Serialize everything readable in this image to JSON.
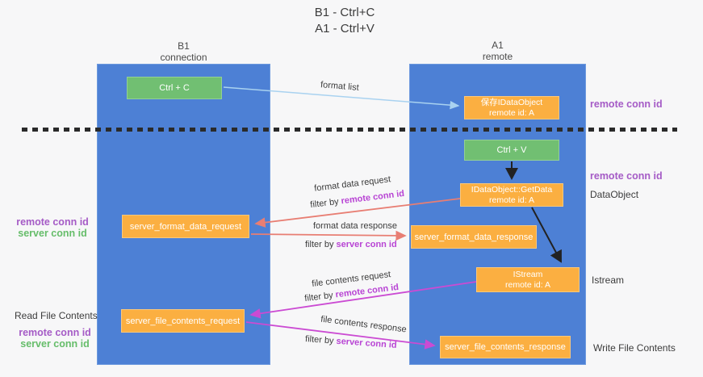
{
  "title": {
    "line1": "B1 - Ctrl+C",
    "line2": "A1 - Ctrl+V"
  },
  "lifelines": {
    "left": {
      "name": "B1",
      "subtitle": "connection"
    },
    "right": {
      "name": "A1",
      "subtitle": "remote"
    }
  },
  "boxes": {
    "ctrl_c": {
      "label": "Ctrl + C"
    },
    "save_dataobject": {
      "line1": "保存IDataObject",
      "line2": "remote id: A"
    },
    "ctrl_v": {
      "label": "Ctrl + V"
    },
    "getdata": {
      "line1": "IDataObject::GetData",
      "line2": "remote id: A"
    },
    "format_request": {
      "label": "server_format_data_request"
    },
    "format_response": {
      "label": "server_format_data_response"
    },
    "istream": {
      "line1": "IStream",
      "line2": "remote id: A"
    },
    "file_request": {
      "label": "server_file_contents_request"
    },
    "file_response": {
      "label": "server_file_contents_response"
    }
  },
  "flow_labels": {
    "format_list": "format list",
    "format_data_request": "format data request",
    "format_data_response": "format data response",
    "file_contents_request": "file contents request",
    "file_contents_response": "file contents response",
    "filter_by": "filter by ",
    "remote_conn_id": "remote conn id",
    "server_conn_id": "server conn id"
  },
  "side_labels": {
    "right_remote_conn_top": "remote conn id",
    "right_remote_conn_mid": "remote conn id",
    "dataobject": "DataObject",
    "istream": "Istream",
    "write_file_contents": "Write File Contents",
    "left_remote_conn_top": "remote conn id",
    "left_server_conn_top": "server conn id",
    "read_file_contents": "Read File Contents",
    "left_remote_conn_bottom": "remote conn id",
    "left_server_conn_bottom": "server conn id"
  },
  "colors": {
    "background": "#f7f7f8",
    "lifeline_blue": "#4d80d5",
    "box_green": "#71bf72",
    "box_orange": "#fbaf41",
    "side_purple": "#a55bc6",
    "side_green": "#66bd6a",
    "inline_purple": "#b844d4",
    "arrow_salmon": "#e87e73",
    "arrow_magenta": "#cb4bd3",
    "arrow_lightblue": "#a9d2f0",
    "arrow_black": "#222222"
  }
}
